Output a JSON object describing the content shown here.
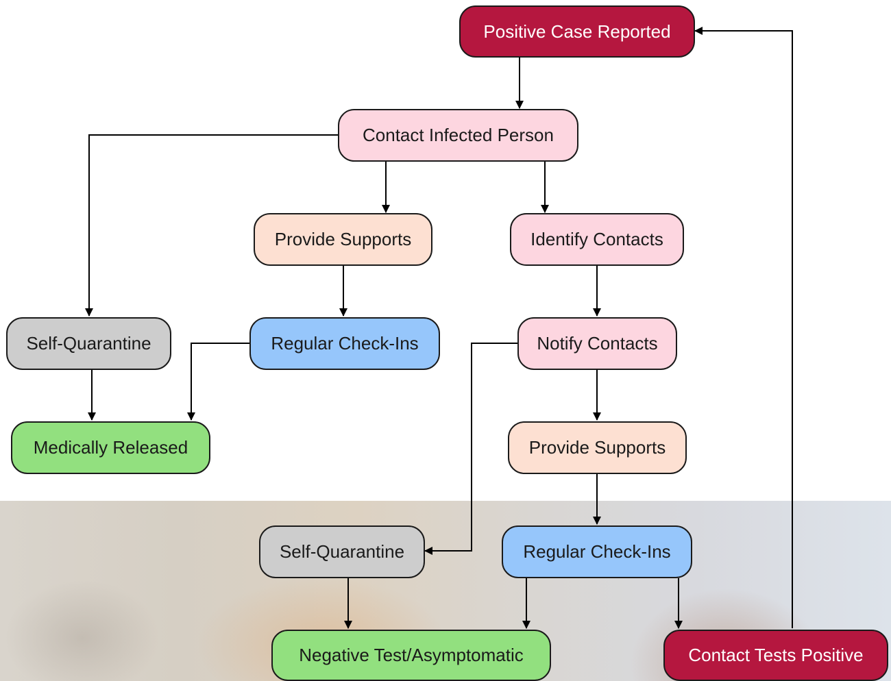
{
  "nodes": {
    "positive_case": "Positive Case Reported",
    "contact_infected": "Contact Infected Person",
    "provide_supports_1": "Provide Supports",
    "identify_contacts": "Identify Contacts",
    "self_quarantine_1": "Self-Quarantine",
    "regular_checkins_1": "Regular Check-Ins",
    "notify_contacts": "Notify Contacts",
    "medically_released": "Medically Released",
    "provide_supports_2": "Provide Supports",
    "self_quarantine_2": "Self-Quarantine",
    "regular_checkins_2": "Regular Check-Ins",
    "negative_test": "Negative Test/Asymptomatic",
    "contact_tests_positive": "Contact Tests Positive"
  },
  "colors": {
    "red": "#b5173f",
    "pink": "#fdd6e0",
    "peach": "#fde0d2",
    "blue": "#96c6fb",
    "gray": "#cdcdcd",
    "green": "#92e07f"
  }
}
